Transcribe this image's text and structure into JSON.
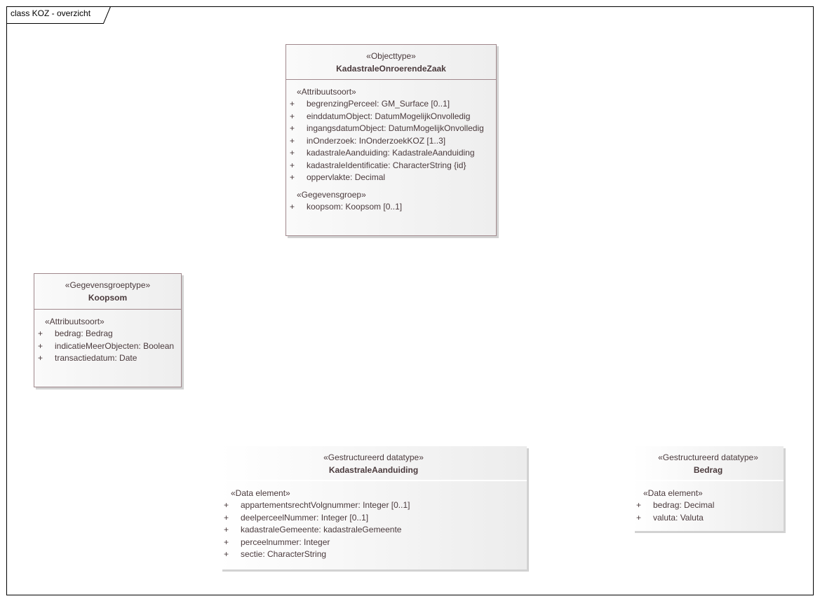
{
  "diagram": {
    "title": "class KOZ - overzicht"
  },
  "classes": {
    "koz": {
      "stereotype": "«Objecttype»",
      "name": "KadastraleOnroerendeZaak",
      "groups": [
        {
          "label": "«Attribuutsoort»",
          "attributes": [
            {
              "vis": "+",
              "text": "begrenzingPerceel: GM_Surface [0..1]"
            },
            {
              "vis": "+",
              "text": "einddatumObject: DatumMogelijkOnvolledig"
            },
            {
              "vis": "+",
              "text": "ingangsdatumObject: DatumMogelijkOnvolledig"
            },
            {
              "vis": "+",
              "text": "inOnderzoek: InOnderzoekKOZ [1..3]"
            },
            {
              "vis": "+",
              "text": "kadastraleAanduiding: KadastraleAanduiding"
            },
            {
              "vis": "+",
              "text": "kadastraleIdentificatie: CharacterString {id}"
            },
            {
              "vis": "+",
              "text": "oppervlakte: Decimal"
            }
          ]
        },
        {
          "label": "«Gegevensgroep»",
          "attributes": [
            {
              "vis": "+",
              "text": "koopsom: Koopsom [0..1]"
            }
          ]
        }
      ]
    },
    "koopsom": {
      "stereotype": "«Gegevensgroeptype»",
      "name": "Koopsom",
      "groups": [
        {
          "label": "«Attribuutsoort»",
          "attributes": [
            {
              "vis": "+",
              "text": "bedrag: Bedrag"
            },
            {
              "vis": "+",
              "text": "indicatieMeerObjecten: Boolean"
            },
            {
              "vis": "+",
              "text": "transactiedatum: Date"
            }
          ]
        }
      ]
    },
    "kadastraleAanduiding": {
      "stereotype": "«Gestructureerd datatype»",
      "name": "KadastraleAanduiding",
      "groups": [
        {
          "label": "«Data element»",
          "attributes": [
            {
              "vis": "+",
              "text": "appartementsrechtVolgnummer: Integer [0..1]"
            },
            {
              "vis": "+",
              "text": "deelperceelNummer: Integer [0..1]"
            },
            {
              "vis": "+",
              "text": "kadastraleGemeente: kadastraleGemeente"
            },
            {
              "vis": "+",
              "text": "perceelnummer: Integer"
            },
            {
              "vis": "+",
              "text": "sectie: CharacterString"
            }
          ]
        }
      ]
    },
    "bedrag": {
      "stereotype": "«Gestructureerd datatype»",
      "name": "Bedrag",
      "groups": [
        {
          "label": "«Data element»",
          "attributes": [
            {
              "vis": "+",
              "text": "bedrag: Decimal"
            },
            {
              "vis": "+",
              "text": "valuta: Valuta"
            }
          ]
        }
      ]
    }
  },
  "colors": {
    "border": "#a0888c",
    "text": "#4a3a3c",
    "shadow": "#d2d2d2"
  }
}
